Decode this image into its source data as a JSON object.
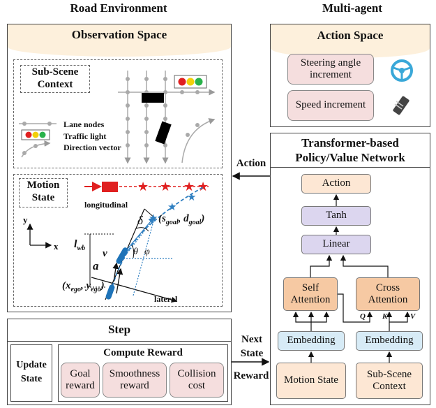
{
  "headers": {
    "left": "Road Environment",
    "right": "Multi-agent"
  },
  "observation": {
    "title": "Observation Space",
    "subscene_label": "Sub-Scene Context",
    "legend": {
      "lane_nodes": "Lane nodes",
      "traffic_light": "Traffic light",
      "direction_vector": "Direction vector"
    },
    "motion_label": "Motion State",
    "diagram_labels": {
      "longitudinal": "longitudinal",
      "lateral": "lateral",
      "x": "x",
      "y": "y",
      "delta": "δ",
      "theta": "θ",
      "phi": "φ",
      "a": "a",
      "v": "v",
      "lwb": "l",
      "lwb_sub": "wb",
      "goal": "(s",
      "goal_sub": "goal",
      "goal_mid": ", d",
      "goal_end": ")",
      "ego": "(x",
      "ego_sub": "ego",
      "ego_mid": ", y",
      "ego_end": ")"
    }
  },
  "action_space": {
    "title": "Action Space",
    "steering": "Steering angle increment",
    "speed": "Speed increment"
  },
  "network": {
    "title": "Transformer-based Policy/Value Network",
    "action": "Action",
    "tanh": "Tanh",
    "linear": "Linear",
    "self_attention": "Self Attention",
    "cross_attention": "Cross Attention",
    "embedding_left": "Embedding",
    "embedding_right": "Embedding",
    "motion_state": "Motion State",
    "subscene_context": "Sub-Scene Context",
    "q": "Q",
    "k": "K",
    "v": "V"
  },
  "arrows": {
    "action": "Action",
    "next_state": "Next State",
    "reward": "Reward"
  },
  "step": {
    "title": "Step",
    "update_state": "Update State",
    "compute_reward": "Compute Reward",
    "goal_reward": "Goal reward",
    "smoothness_reward": "Smoothness reward",
    "collision_cost": "Collision cost"
  },
  "colors": {
    "cream": "#fdf0dc",
    "pink": "#f5dede",
    "purple": "#dcd6ef",
    "orange": "#f6c9a3",
    "blue_accent": "#2f7fc1",
    "red": "#e02020"
  }
}
